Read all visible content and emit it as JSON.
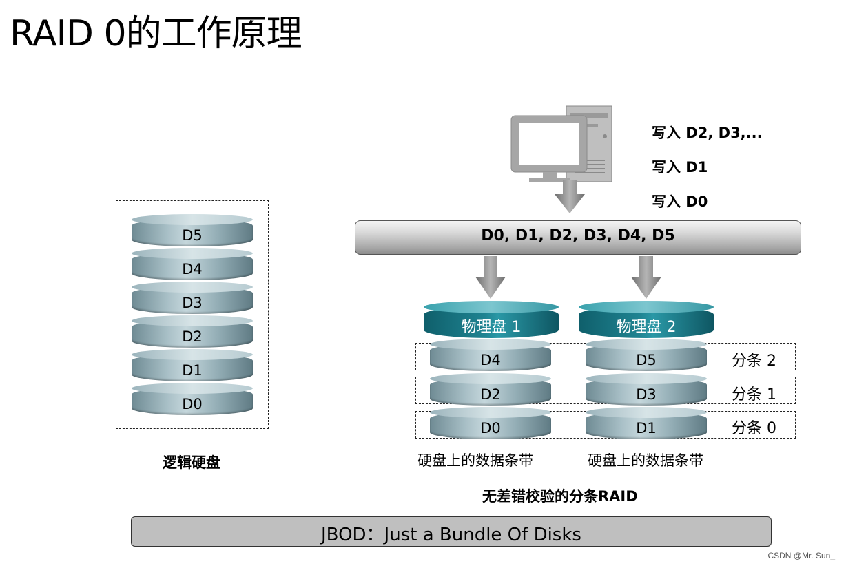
{
  "title": "RAID 0的工作原理",
  "write_ops": [
    "写入 D2, D3,...",
    "写入 D1",
    "写入 D0"
  ],
  "bus_label": "D0, D1, D2, D3, D4, D5",
  "logical_disk": {
    "caption": "逻辑硬盘",
    "platters": [
      "D5",
      "D4",
      "D3",
      "D2",
      "D1",
      "D0"
    ]
  },
  "physical_disks": [
    {
      "label": "物理盘 1",
      "stripes": [
        "D4",
        "D2",
        "D0"
      ],
      "caption": "硬盘上的数据条带"
    },
    {
      "label": "物理盘 2",
      "stripes": [
        "D5",
        "D3",
        "D1"
      ],
      "caption": "硬盘上的数据条带"
    }
  ],
  "stripe_labels": [
    "分条 2",
    "分条 1",
    "分条 0"
  ],
  "raid_caption": "无差错校验的分条RAID",
  "jbod_label": "JBOD：Just a Bundle Of Disks",
  "watermark": "CSDN @Mr. Sun_"
}
